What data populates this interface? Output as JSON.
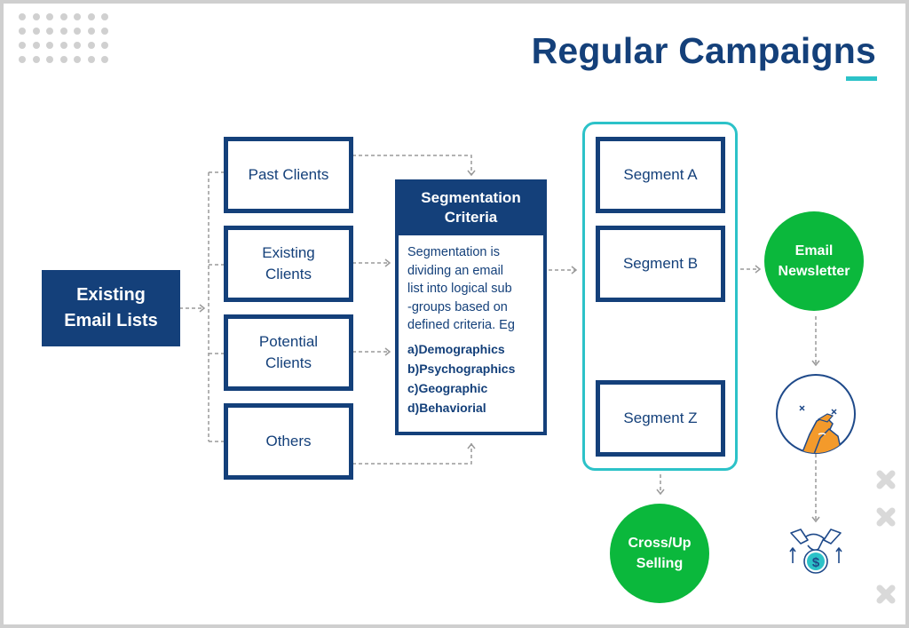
{
  "title": "Regular Campaigns",
  "source": {
    "label_line1": "Existing",
    "label_line2": "Email Lists"
  },
  "client_lists": [
    {
      "line1": "Past Clients",
      "line2": ""
    },
    {
      "line1": "Existing",
      "line2": "Clients"
    },
    {
      "line1": "Potential",
      "line2": "Clients"
    },
    {
      "line1": "Others",
      "line2": ""
    }
  ],
  "segmentation": {
    "title_line1": "Segmentation",
    "title_line2": "Criteria",
    "description_lines": [
      "Segmentation is",
      "dividing an email",
      "list into logical sub",
      "-groups based on",
      "defined criteria. Eg"
    ],
    "criteria": [
      "a)Demographics",
      "b)Psychographics",
      "c)Geographic",
      "d)Behaviorial"
    ]
  },
  "segments": [
    "Segment A",
    "Segment B",
    "Segment Z"
  ],
  "outcomes": {
    "newsletter": {
      "line1": "Email",
      "line2": "Newsletter"
    },
    "cross_up": {
      "line1": "Cross/Up",
      "line2": "Selling"
    }
  },
  "icons": [
    "handshake-grip-icon",
    "handshake-money-icon"
  ],
  "colors": {
    "navy": "#14407a",
    "teal": "#2cc2c8",
    "green": "#0bb83c",
    "orange": "#f39a2b",
    "connector": "#9a9a9a"
  }
}
